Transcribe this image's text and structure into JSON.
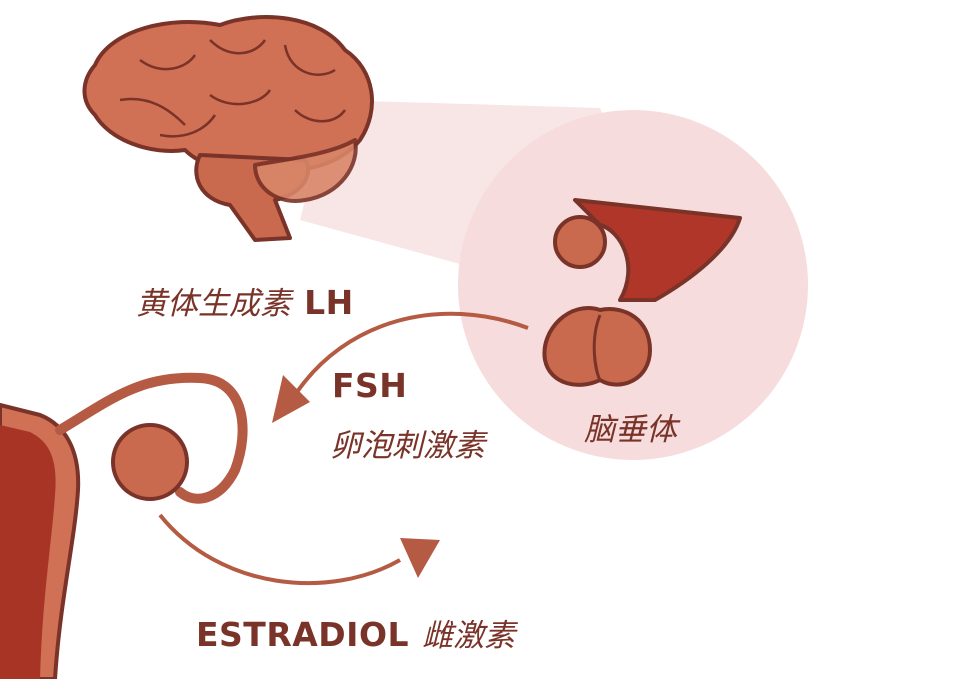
{
  "labels": {
    "lh_cn": "黄体生成素",
    "lh_en": "LH",
    "fsh_en": "FSH",
    "fsh_cn": "卵泡刺激素",
    "pituitary_cn": "脑垂体",
    "estradiol_en": "ESTRADIOL",
    "estradiol_cn": "雌激素"
  },
  "colors": {
    "brain_fill": "#d07055",
    "brain_dark": "#7a3328",
    "magnify_circle": "#f6dcdc",
    "beam": "#f7e1e0",
    "arrow": "#b55a43",
    "text": "#7a3328",
    "uterus_inner": "#a83426",
    "gland_fill": "#c96a4f",
    "stalk_red": "#b0362a"
  }
}
